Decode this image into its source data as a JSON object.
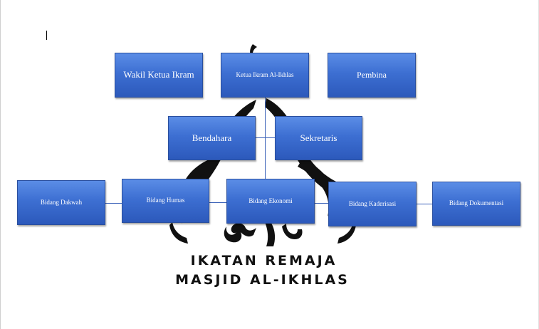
{
  "org_chart": {
    "row1": {
      "wakil": "Wakil Ketua Ikram",
      "ketua": "Ketua Ikram Al-Ikhlas",
      "pembina": "Pembina"
    },
    "row2": {
      "bendahara": "Bendahara",
      "sekretaris": "Sekretaris"
    },
    "row3": {
      "dakwah": "Bidang Dakwah",
      "humas": "Bidang Humas",
      "ekonomi": "Bidang Ekonomi",
      "kaderisasi": "Bidang Kaderisasi",
      "dokumentasi": "Bidang Dokumentasi"
    }
  },
  "logo": {
    "line1": "IKATAN REMAJA",
    "line2": "MASJID AL-IKHLAS"
  },
  "colors": {
    "box_fill": "#3d6fd2",
    "connector": "#3b62b8",
    "logo": "#111111"
  }
}
